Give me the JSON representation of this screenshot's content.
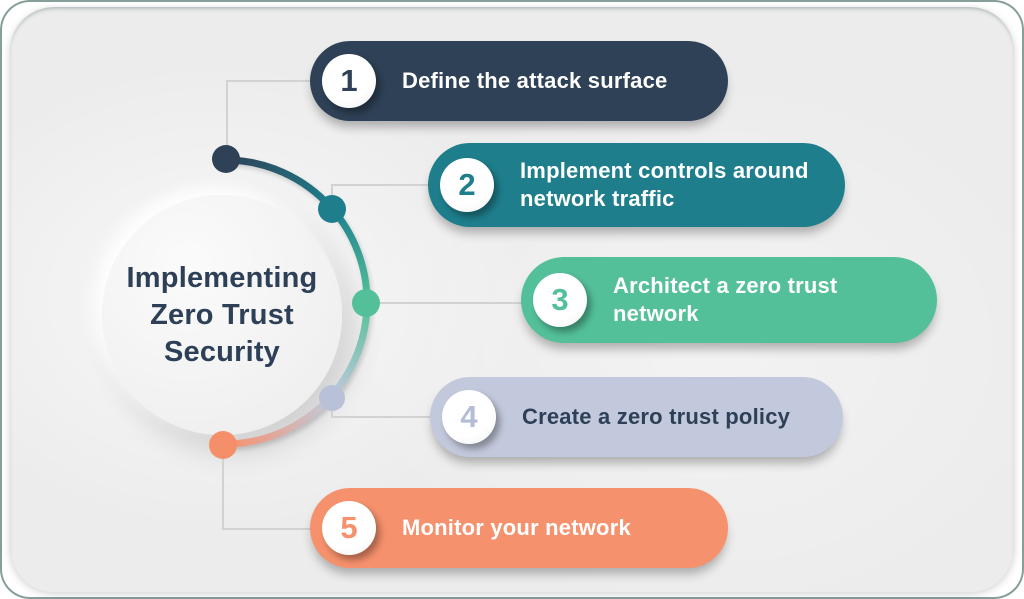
{
  "title": {
    "text": "Implementing Zero Trust Security",
    "line1": "Implementing",
    "line2": "Zero Trust",
    "line3": "Security"
  },
  "steps": [
    {
      "number": "1",
      "label": "Define the attack surface",
      "color": "#2e4156",
      "number_color": "#2e4156",
      "text_color": "#ffffff"
    },
    {
      "number": "2",
      "label": "Implement controls around network traffic",
      "color": "#1e7e8c",
      "number_color": "#1e7e8c",
      "text_color": "#ffffff"
    },
    {
      "number": "3",
      "label": "Architect a zero trust network",
      "color": "#53c099",
      "number_color": "#53c099",
      "text_color": "#ffffff"
    },
    {
      "number": "4",
      "label": "Create a zero trust policy",
      "color": "#c3c9dc",
      "number_color": "#b4bcd6",
      "text_color": "#2e4057"
    },
    {
      "number": "5",
      "label": "Monitor your network",
      "color": "#f6916d",
      "number_color": "#f6916d",
      "text_color": "#ffffff"
    }
  ],
  "colors": {
    "card_background": "#ececec",
    "page_background": "#ffffff",
    "title_text": "#2e4057",
    "connector_line": "#d2d2d2",
    "arc_gradient": [
      "#2e4156",
      "#1e7e8c",
      "#53c099",
      "#c3c9dc",
      "#f6916d"
    ]
  }
}
